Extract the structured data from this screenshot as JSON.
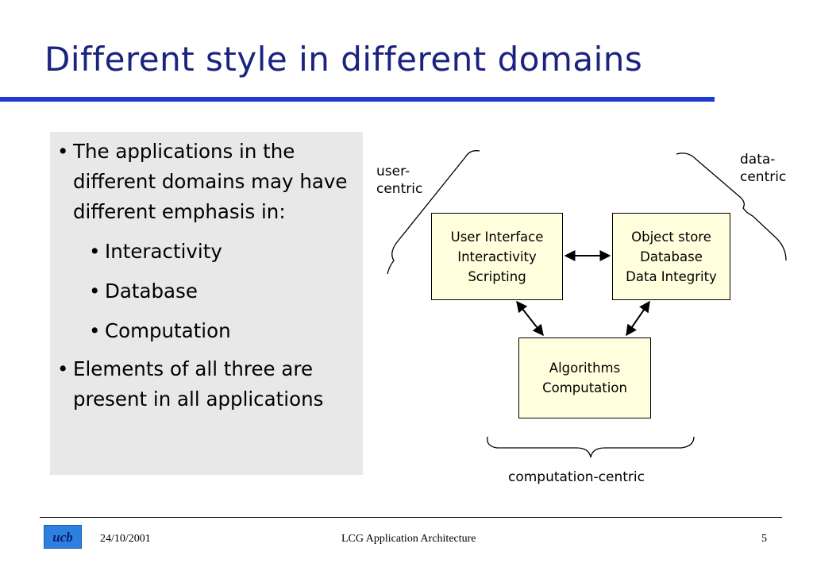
{
  "slide": {
    "title": "Different style in different domains"
  },
  "bullets": {
    "main": [
      {
        "text": "The applications in the different domains may have different emphasis in:"
      },
      {
        "text": "Elements of all three are present in all applications"
      }
    ],
    "sub": [
      "Interactivity",
      "Database",
      "Computation"
    ],
    "bullet_char": "•"
  },
  "diagram": {
    "boxes": {
      "ui": [
        "User Interface",
        "Interactivity",
        "Scripting"
      ],
      "store": [
        "Object store",
        "Database",
        "Data Integrity"
      ],
      "algo": [
        "Algorithms",
        "Computation"
      ]
    },
    "labels": {
      "user_centric": [
        "user-",
        "centric"
      ],
      "data_centric": [
        "data-",
        "centric"
      ],
      "computation_centric": "computation-centric"
    },
    "box_fill": "#ffffdd"
  },
  "footer": {
    "logo_text": "ucb",
    "date": "24/10/2001",
    "center": "LCG Application Architecture",
    "page": "5"
  },
  "colors": {
    "title": "#1a237e",
    "rule": "#1f3bd1",
    "panel": "#e8e8e8"
  }
}
